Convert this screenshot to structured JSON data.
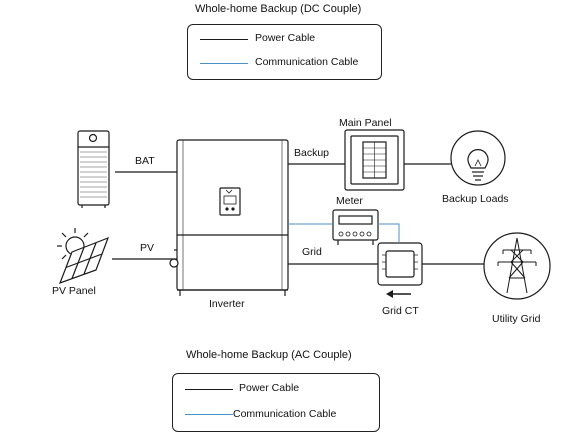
{
  "titles": {
    "top": "Whole-home Backup (DC Couple)",
    "bottom": "Whole-home Backup (AC Couple)"
  },
  "legend_top": {
    "power": "Power Cable",
    "comm": "Communication Cable"
  },
  "legend_bottom": {
    "power": "Power Cable",
    "comm": "Communication Cable"
  },
  "labels": {
    "main_panel": "Main Panel",
    "backup": "Backup",
    "bat": "BAT",
    "meter": "Meter",
    "backup_loads": "Backup Loads",
    "pv": "PV",
    "grid": "Grid",
    "pv_panel": "PV Panel",
    "inverter": "Inverter",
    "grid_ct": "Grid CT",
    "utility_grid": "Utility Grid"
  },
  "colors": {
    "power_cable": "#1a1a1a",
    "comm_cable": "#4a90c8"
  }
}
